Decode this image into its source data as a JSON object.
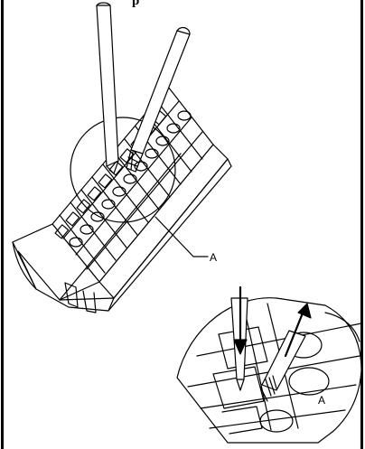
{
  "header": {
    "partial_title_fragment": "p"
  },
  "labels": {
    "main_callout": "A",
    "detail_callout": "A"
  }
}
